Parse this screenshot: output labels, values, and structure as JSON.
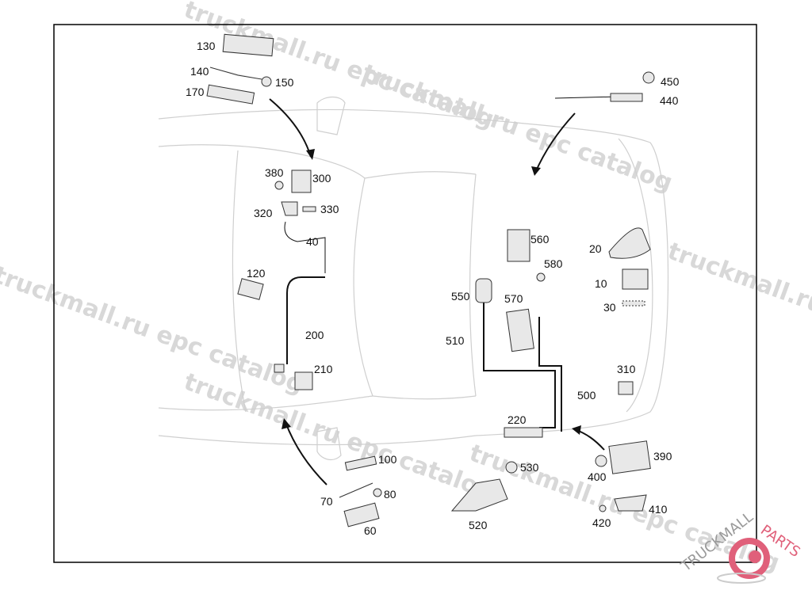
{
  "watermark": "truckmall.ru epc catalog",
  "logo": {
    "text_left": "TRUCKMALL",
    "text_right": "PARTS",
    "color_left": "#9a9a9a",
    "color_right": "#e0607a"
  },
  "labels": [
    "130",
    "140",
    "150",
    "170",
    "380",
    "300",
    "320",
    "330",
    "40",
    "120",
    "200",
    "210",
    "100",
    "70",
    "80",
    "60",
    "450",
    "440",
    "560",
    "580",
    "20",
    "10",
    "30",
    "550",
    "570",
    "510",
    "310",
    "500",
    "220",
    "530",
    "390",
    "400",
    "410",
    "420",
    "520"
  ]
}
